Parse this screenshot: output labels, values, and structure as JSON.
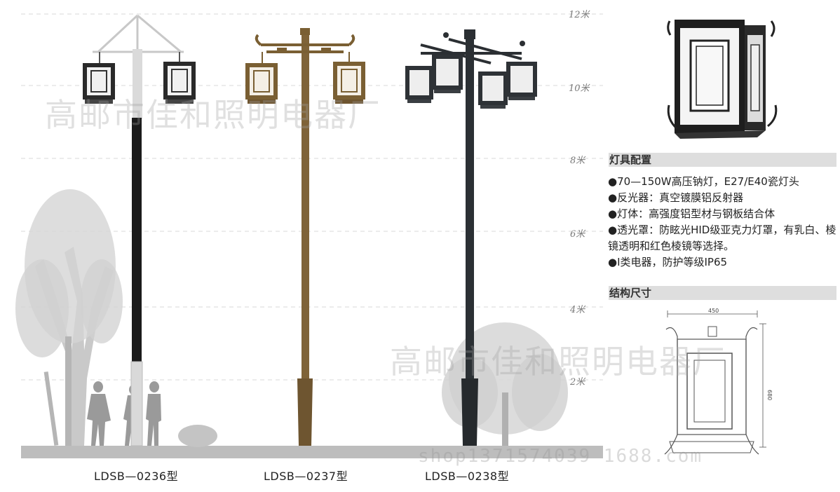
{
  "scale_marks": [
    {
      "label": "12米",
      "height_m": 12
    },
    {
      "label": "10米",
      "height_m": 10
    },
    {
      "label": "8米",
      "height_m": 8
    },
    {
      "label": "6米",
      "height_m": 6
    },
    {
      "label": "4米",
      "height_m": 4
    },
    {
      "label": "2米",
      "height_m": 2
    }
  ],
  "models": [
    {
      "label": "LDSB—0236型",
      "pole_color": "#1f1f1f"
    },
    {
      "label": "LDSB—0237型",
      "pole_color": "#7a5f33"
    },
    {
      "label": "LDSB—0238型",
      "pole_color": "#2b2f33"
    }
  ],
  "watermark": {
    "text": "高邮市佳和照明电器厂",
    "url_text": "shop1371574039 1688.com"
  },
  "config": {
    "heading": "灯具配置",
    "items": [
      "●70—150W高压钠灯，E27/E40瓷灯头",
      "●反光器：真空镀膜铝反射器",
      "●灯体：高强度铝型材与钢板结合体",
      "●透光罩：防眩光HID级亚克力灯罩，有乳白、棱镜透明和红色棱镜等选择。",
      "●I类电器，防护等级IP65"
    ]
  },
  "structure": {
    "heading": "结构尺寸",
    "width_label": "450",
    "height_label": "680"
  }
}
